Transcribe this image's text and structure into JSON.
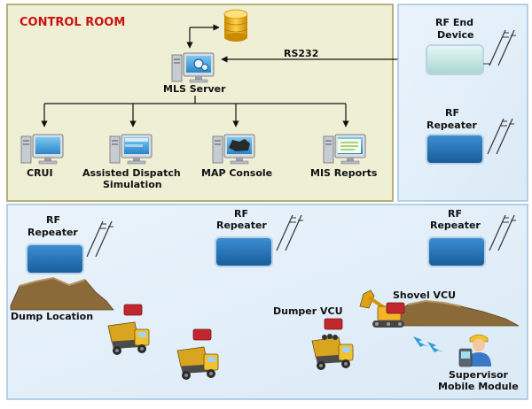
{
  "control_room": {
    "title": "CONTROL ROOM"
  },
  "server": {
    "label": "MLS Server"
  },
  "link": {
    "label": "RS232"
  },
  "rf_end_device": {
    "line1": "RF End",
    "line2": "Device"
  },
  "rf_repeater": {
    "line1": "RF",
    "line2": "Repeater"
  },
  "workstations": [
    {
      "line1": "CRUI",
      "line2": ""
    },
    {
      "line1": "Assisted Dispatch",
      "line2": "Simulation"
    },
    {
      "line1": "MAP Console",
      "line2": ""
    },
    {
      "line1": "MIS Reports",
      "line2": ""
    }
  ],
  "field": {
    "dump_location": "Dump Location",
    "dumper_vcu": "Dumper VCU",
    "shovel_vcu": "Shovel VCU",
    "supervisor": {
      "line1": "Supervisor",
      "line2": "Mobile Module"
    }
  },
  "colors": {
    "control_room_fill": "#efefd6",
    "control_room_border": "#b3b07a",
    "control_room_title": "#cc1111",
    "field_fill": "#e6f1fa",
    "field_border": "#9fc3e0",
    "device_blue": "#1f6fb5",
    "device_light": "#cdebe8",
    "text": "#111111"
  }
}
